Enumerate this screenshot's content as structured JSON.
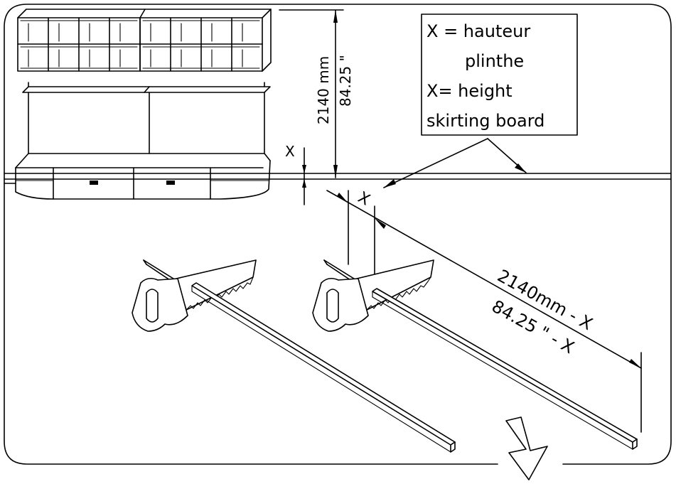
{
  "legend": {
    "line1": "X = hauteur",
    "line2": "plinthe",
    "line3": "X= height",
    "line4": "skirting board"
  },
  "dimensions": {
    "height_mm": "2140 mm",
    "height_in": "84.25 \"",
    "gap_symbol": "X",
    "board_gap_symbol": "X",
    "cut_mm": "2140mm - X",
    "cut_in": "84.25 \" - X"
  },
  "icons": {
    "next": "down-arrow-icon",
    "tool": "hand-saw-icon"
  }
}
